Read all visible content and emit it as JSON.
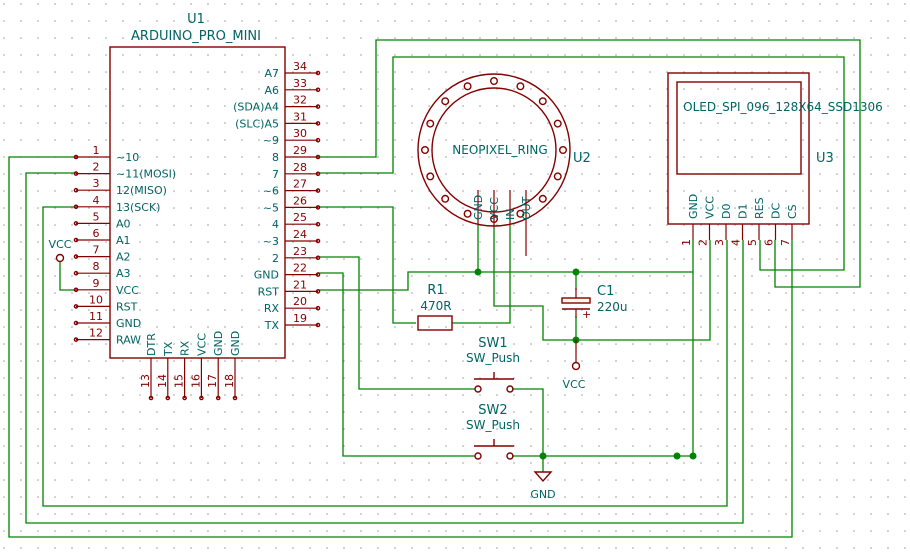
{
  "u1": {
    "ref": "U1",
    "value": "ARDUINO_PRO_MINI",
    "left_pins": [
      {
        "num": "1",
        "name": "~10"
      },
      {
        "num": "2",
        "name": "~11(MOSI)"
      },
      {
        "num": "3",
        "name": "12(MISO)"
      },
      {
        "num": "4",
        "name": "13(SCK)"
      },
      {
        "num": "5",
        "name": "A0"
      },
      {
        "num": "6",
        "name": "A1"
      },
      {
        "num": "7",
        "name": "A2"
      },
      {
        "num": "8",
        "name": "A3"
      },
      {
        "num": "9",
        "name": "VCC"
      },
      {
        "num": "10",
        "name": "RST"
      },
      {
        "num": "11",
        "name": "GND"
      },
      {
        "num": "12",
        "name": "RAW"
      }
    ],
    "right_pins": [
      {
        "num": "34",
        "name": "A7"
      },
      {
        "num": "33",
        "name": "A6"
      },
      {
        "num": "32",
        "name": "(SDA)A4"
      },
      {
        "num": "31",
        "name": "(SLC)A5"
      },
      {
        "num": "30",
        "name": "~9"
      },
      {
        "num": "29",
        "name": "8"
      },
      {
        "num": "28",
        "name": "7"
      },
      {
        "num": "27",
        "name": "~6"
      },
      {
        "num": "26",
        "name": "~5"
      },
      {
        "num": "25",
        "name": "4"
      },
      {
        "num": "24",
        "name": "~3"
      },
      {
        "num": "23",
        "name": "2"
      },
      {
        "num": "22",
        "name": "GND"
      },
      {
        "num": "21",
        "name": "RST"
      },
      {
        "num": "20",
        "name": "RX"
      },
      {
        "num": "19",
        "name": "TX"
      }
    ],
    "bottom_pins": [
      {
        "num": "13",
        "name": "DTR"
      },
      {
        "num": "14",
        "name": "TX"
      },
      {
        "num": "15",
        "name": "RX"
      },
      {
        "num": "16",
        "name": "VCC"
      },
      {
        "num": "17",
        "name": "GND"
      },
      {
        "num": "18",
        "name": "GND"
      }
    ]
  },
  "u2": {
    "ref": "U2",
    "value": "NEOPIXEL_RING",
    "pins": [
      "GND",
      "VCC",
      "IN",
      "OUT"
    ]
  },
  "u3": {
    "ref": "U3",
    "value": "OLED_SPI_096_128X64_SSD1306",
    "pins": [
      {
        "num": "1",
        "name": "GND"
      },
      {
        "num": "2",
        "name": "VCC"
      },
      {
        "num": "3",
        "name": "D0"
      },
      {
        "num": "4",
        "name": "D1"
      },
      {
        "num": "5",
        "name": "RES"
      },
      {
        "num": "6",
        "name": "DC"
      },
      {
        "num": "7",
        "name": "CS"
      }
    ]
  },
  "r1": {
    "ref": "R1",
    "value": "470R"
  },
  "c1": {
    "ref": "C1",
    "value": "220u",
    "polarity": "+"
  },
  "sw1": {
    "ref": "SW1",
    "value": "SW_Push"
  },
  "sw2": {
    "ref": "SW2",
    "value": "SW_Push"
  },
  "power": {
    "vcc_left": "VCC",
    "vcc_cap": "VCC",
    "gnd": "GND"
  },
  "colors": {
    "wire": "#008400",
    "symbol": "#840000",
    "text": "#006464"
  }
}
